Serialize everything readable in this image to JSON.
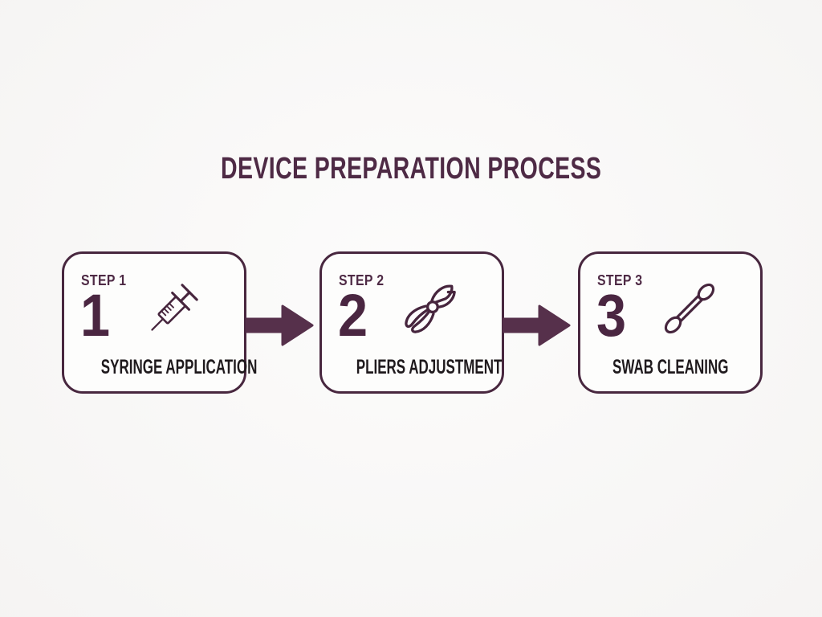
{
  "title": "DEVICE PREPARATION PROCESS",
  "steps": [
    {
      "label": "STEP 1",
      "number": "1",
      "icon": "syringe-icon",
      "caption": "SYRINGE APPLICATION"
    },
    {
      "label": "STEP 2",
      "number": "2",
      "icon": "pliers-icon",
      "caption": "PLIERS ADJUSTMENT"
    },
    {
      "label": "STEP 3",
      "number": "3",
      "icon": "swab-icon",
      "caption": "SWAB CLEANING"
    }
  ],
  "arrows": [
    {
      "icon": "arrow-right-icon"
    },
    {
      "icon": "arrow-right-icon"
    }
  ],
  "colors": {
    "background": "#f8f7f6",
    "card_background": "#fdfdfc",
    "card_border": "#48273f",
    "accent_purple": "#4e2a45",
    "number_purple": "#4a2641",
    "arrow_purple": "#56304b",
    "caption_text": "#1f1a1d",
    "icon_stroke": "#46253d"
  }
}
